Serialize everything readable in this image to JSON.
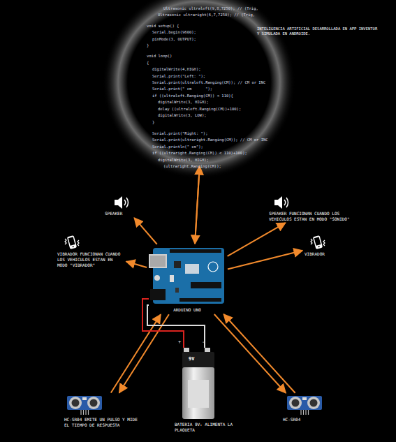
{
  "diagram": {
    "nodes": [
      {
        "text": [
          "Ultrasonic ultraleft(9,8,7250); // (Trig,",
          "Ultrasonic ultraright(6,7,7250); // (Trig,",
          "void setup() {",
          "Serial.begin(9600);",
          "pinMode(3, OUTPUT);",
          "}",
          "void loop()",
          "{",
          "digitalWrite(4,HIGH);",
          "Serial.print(\"Left: \");",
          "Serial.print(ultraleft.Ranging(CM)); // CM or INC",
          "Serial.print(\" cm      \");",
          "if ((ultraleft.Ranging(CM)) < 110){",
          "digitalWrite(3, HIGH);",
          "delay ((ultraleft.Ranging(CM))+100);",
          "digitalWrite(3, LOW);",
          "}",
          "Serial.print(\"Right: \");",
          "Serial.print(ultraright.Ranging(CM)); // CM or INC",
          "Serial.println(\" cm\");",
          "if ((ultraright.Ranging(CM)) < 110)+100);",
          "digitalWrite(3, HIGH);",
          "(ultraright.Ranging(CM));"
        ]
      },
      {
        "text": [
          "SPEAKER"
        ]
      },
      {
        "text": [
          "SPEAKER FUNCIONAN CUANDO LOS VEHICULOS ESTAN EN MODO \"SONIDO\""
        ]
      },
      {
        "text": [
          "VIBRADOR FUNCIONAN CUANDO LOS VEHICULOS ESTAN EN MODO \"VIBRADOR\""
        ]
      },
      {
        "text": [
          "VIBRADOR"
        ]
      },
      {
        "text": [
          "ARDUINO UNO"
        ]
      },
      {
        "text": [
          "9V",
          "BATERIA 9V: ALIMENTA LA PLAQUETA"
        ]
      },
      {
        "text": [
          "HC-SR04 EMITE UN PULSO Y MIDE EL TIEMPO DE RESPUESTA"
        ]
      },
      {
        "text": [
          "HC-SR04"
        ]
      }
    ],
    "edges": [
      {
        "from": 5,
        "to": 0,
        "arrow": "to"
      },
      {
        "from": 0,
        "to": 5,
        "arrow": "to"
      },
      {
        "from": 5,
        "to": 1,
        "arrow": "to"
      },
      {
        "from": 5,
        "to": 2,
        "arrow": "to"
      },
      {
        "from": 5,
        "to": 3,
        "arrow": "to"
      },
      {
        "from": 5,
        "to": 4,
        "arrow": "to"
      },
      {
        "from": 7,
        "to": 5,
        "arrow": "to"
      },
      {
        "from": 5,
        "to": 7,
        "arrow": "to"
      },
      {
        "from": 8,
        "to": 5,
        "arrow": "to"
      },
      {
        "from": 5,
        "to": 8,
        "arrow": "to"
      },
      {
        "from": 6,
        "to": 5,
        "arrow": "none"
      },
      {
        "from": 6,
        "to": 5,
        "arrow": "none"
      }
    ],
    "labels": [
      "INTELIGENCIA ARTIFICIAL DESARROLLADA EN APP INVENTOR Y SIMULADA EN ANDROIDE.",
      "+",
      "-"
    ]
  }
}
